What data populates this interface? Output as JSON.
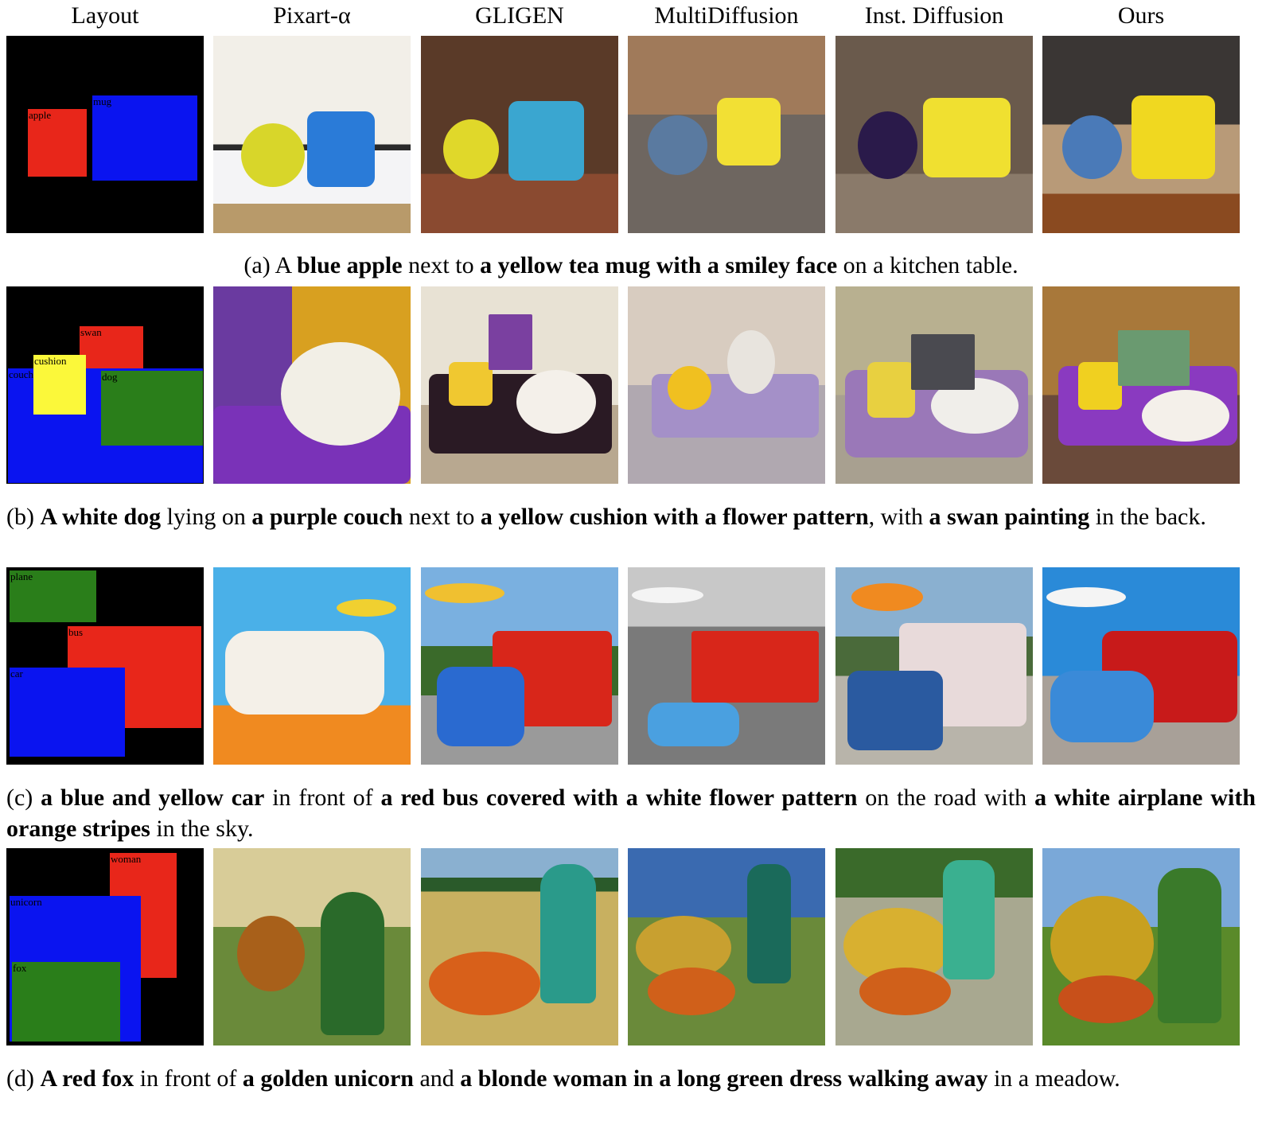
{
  "columns": [
    "Layout",
    "Pixart-α",
    "GLIGEN",
    "MultiDiffusion",
    "Inst. Diffusion",
    "Ours"
  ],
  "rows": [
    {
      "id": "a",
      "layout_labels": {
        "apple": "apple",
        "mug": "mug"
      },
      "caption": [
        {
          "t": "(a) A ",
          "b": false
        },
        {
          "t": "blue apple",
          "b": true
        },
        {
          "t": " next to ",
          "b": false
        },
        {
          "t": "a yellow tea mug with a smiley face",
          "b": true
        },
        {
          "t": " on a kitchen table.",
          "b": false
        }
      ]
    },
    {
      "id": "b",
      "layout_labels": {
        "swan": "swan",
        "cushion": "cushion",
        "couch": "couch",
        "dog": "dog"
      },
      "caption": [
        {
          "t": "(b) ",
          "b": false
        },
        {
          "t": "A white dog",
          "b": true
        },
        {
          "t": " lying on ",
          "b": false
        },
        {
          "t": "a purple couch",
          "b": true
        },
        {
          "t": " next to ",
          "b": false
        },
        {
          "t": "a yellow cushion with a flower pattern",
          "b": true
        },
        {
          "t": ", with ",
          "b": false
        },
        {
          "t": "a swan painting",
          "b": true
        },
        {
          "t": " in the back.",
          "b": false
        }
      ]
    },
    {
      "id": "c",
      "layout_labels": {
        "plane": "plane",
        "bus": "bus",
        "car": "car"
      },
      "caption": [
        {
          "t": "(c) ",
          "b": false
        },
        {
          "t": "a blue and yellow car",
          "b": true
        },
        {
          "t": " in front of ",
          "b": false
        },
        {
          "t": "a red bus covered with a white flower pattern",
          "b": true
        },
        {
          "t": " on the road with ",
          "b": false
        },
        {
          "t": "a white airplane with orange stripes",
          "b": true
        },
        {
          "t": " in the sky.",
          "b": false
        }
      ]
    },
    {
      "id": "d",
      "layout_labels": {
        "woman": "woman",
        "unicorn": "unicorn",
        "fox": "fox"
      },
      "caption": [
        {
          "t": "(d) ",
          "b": false
        },
        {
          "t": "A red fox",
          "b": true
        },
        {
          "t": " in front of ",
          "b": false
        },
        {
          "t": "a golden unicorn",
          "b": true
        },
        {
          "t": " and ",
          "b": false
        },
        {
          "t": "a blonde woman in a long green dress walking away",
          "b": true
        },
        {
          "t": " in a meadow.",
          "b": false
        }
      ]
    }
  ],
  "colors": {
    "red": "#e8261a",
    "blue": "#0a14f0",
    "green": "#2a7e1a",
    "yellow": "#fbf83a",
    "black": "#000000"
  }
}
